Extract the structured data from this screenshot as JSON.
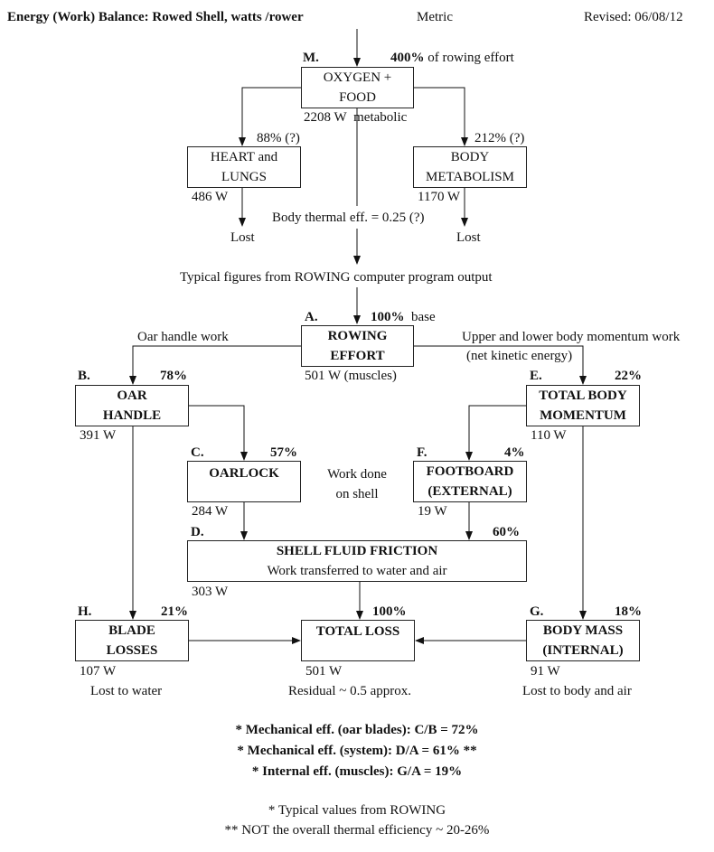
{
  "header": {
    "title": "Energy (Work) Balance: Rowed Shell, watts /rower",
    "units": "Metric",
    "revised": "Revised:  06/08/12"
  },
  "nodes": {
    "m": {
      "tag": "M.",
      "pct": "400%",
      "pct_note": "of rowing effort",
      "line1": "OXYGEN +",
      "line2": "FOOD",
      "watts": "2208 W",
      "note": "metabolic"
    },
    "heart": {
      "pct": "88% (?)",
      "line1": "HEART and",
      "line2": "LUNGS",
      "watts": "486 W",
      "outcome": "Lost"
    },
    "body_met": {
      "pct": "212% (?)",
      "line1": "BODY",
      "line2": "METABOLISM",
      "watts": "1170 W",
      "outcome": "Lost"
    },
    "a": {
      "tag": "A.",
      "pct": "100%",
      "pct_note": "base",
      "line1": "ROWING",
      "line2": "EFFORT",
      "watts": "501 W (muscles)"
    },
    "b": {
      "tag": "B.",
      "pct": "78%",
      "line1": "OAR",
      "line2": "HANDLE",
      "watts": "391 W"
    },
    "c": {
      "tag": "C.",
      "pct": "57%",
      "line1": "OARLOCK",
      "watts": "284 W"
    },
    "d": {
      "tag": "D.",
      "pct": "60%",
      "line1": "SHELL  FLUID FRICTION",
      "line2": "Work transferred to water and air",
      "watts": "303 W"
    },
    "e": {
      "tag": "E.",
      "pct": "22%",
      "line1": "TOTAL BODY",
      "line2": "MOMENTUM",
      "watts": "110 W"
    },
    "f": {
      "tag": "F.",
      "pct": "4%",
      "line1": "FOOTBOARD",
      "line2": "(EXTERNAL)",
      "watts": "19 W"
    },
    "g": {
      "tag": "G.",
      "pct": "18%",
      "line1": "BODY MASS",
      "line2": "(INTERNAL)",
      "watts": "91 W",
      "outcome": "Lost to body and air"
    },
    "h": {
      "tag": "H.",
      "pct": "21%",
      "line1": "BLADE",
      "line2": "LOSSES",
      "watts": "107 W",
      "outcome": "Lost to water"
    },
    "total": {
      "pct": "100%",
      "line1": "TOTAL LOSS",
      "watts": "501 W",
      "outcome": "Residual ~ 0.5 approx."
    }
  },
  "labels": {
    "thermal_eff": "Body thermal eff. = 0.25 (?)",
    "typical": "Typical figures from ROWING computer program output",
    "oar_handle_work": "Oar handle work",
    "momentum_work_1": "Upper and lower body momentum work",
    "momentum_work_2": "(net kinetic energy)",
    "work_done_1": "Work done",
    "work_done_2": "on shell"
  },
  "footer": {
    "eff1": "* Mechanical eff. (oar blades): C/B = 72%",
    "eff2": "* Mechanical eff. (system): D/A = 61%  **",
    "eff3": "* Internal eff. (muscles): G/A = 19%",
    "note1": "* Typical values from ROWING",
    "note2": "** NOT the overall thermal efficiency ~ 20-26%"
  }
}
